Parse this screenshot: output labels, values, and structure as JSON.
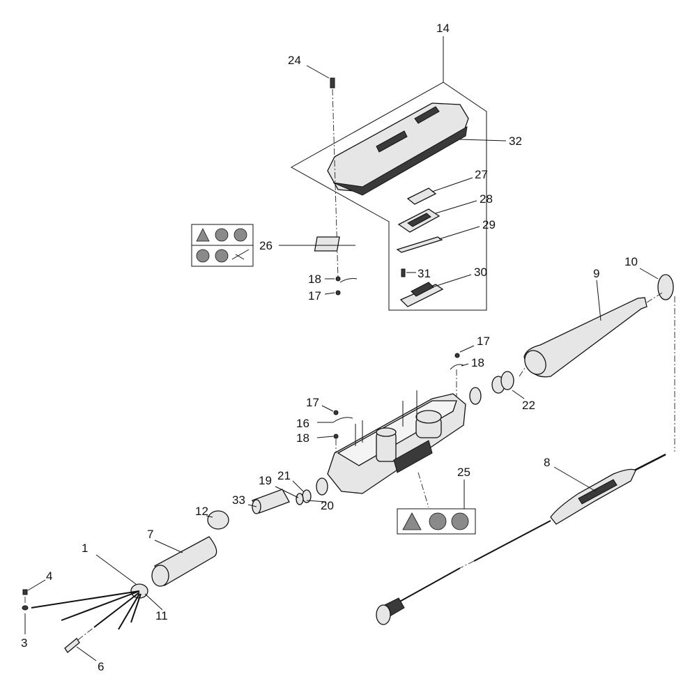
{
  "diagram": {
    "type": "exploded-parts-view",
    "callouts": [
      {
        "label": "14"
      },
      {
        "label": "24"
      },
      {
        "label": "32"
      },
      {
        "label": "27"
      },
      {
        "label": "28"
      },
      {
        "label": "29"
      },
      {
        "label": "26"
      },
      {
        "label": "31"
      },
      {
        "label": "30"
      },
      {
        "label": "18"
      },
      {
        "label": "17"
      },
      {
        "label": "10"
      },
      {
        "label": "9"
      },
      {
        "label": "17"
      },
      {
        "label": "18"
      },
      {
        "label": "22"
      },
      {
        "label": "17"
      },
      {
        "label": "16"
      },
      {
        "label": "18"
      },
      {
        "label": "8"
      },
      {
        "label": "25"
      },
      {
        "label": "19"
      },
      {
        "label": "21"
      },
      {
        "label": "33"
      },
      {
        "label": "20"
      },
      {
        "label": "12"
      },
      {
        "label": "7"
      },
      {
        "label": "1"
      },
      {
        "label": "4"
      },
      {
        "label": "11"
      },
      {
        "label": "3"
      },
      {
        "label": "6"
      }
    ]
  }
}
